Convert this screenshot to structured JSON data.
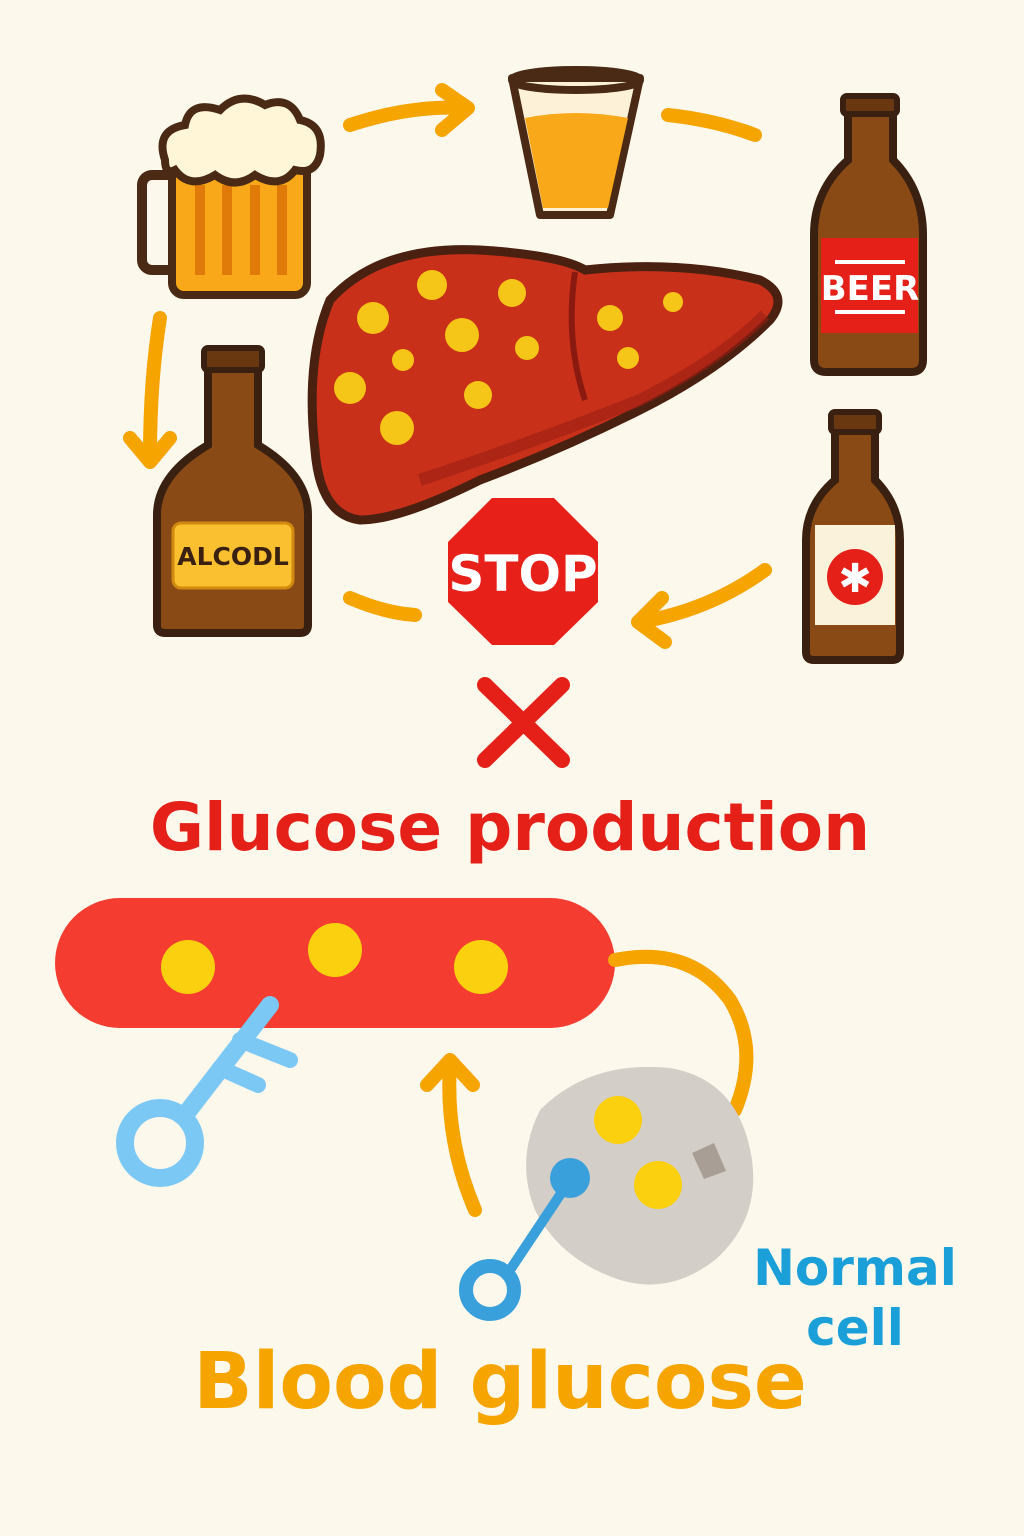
{
  "illustration": {
    "beer_bottle_label": "BEER",
    "liquor_bottle_label": "ALCODL",
    "stop_sign": "STOP",
    "blocked_process": "Glucose production",
    "blood_label": "Blood glucose",
    "cell_label_line1": "Normal",
    "cell_label_line2": "cell"
  },
  "colors": {
    "background": "#fdf8ec",
    "arrow": "#f5a400",
    "stop_red": "#e8201a",
    "liver": "#c8301a",
    "glucose_dot": "#f5c518",
    "vessel": "#f43c30",
    "key_light": "#7cc8f5",
    "key_blue": "#3aa0dc",
    "cell": "#d3cec8",
    "normal_cell_text": "#1a9fd8",
    "blood_glucose_text": "#f5a400"
  },
  "icons": [
    "beer-mug-icon",
    "glass-icon",
    "beer-bottle-icon",
    "liver-icon",
    "liquor-bottle-icon",
    "small-bottle-icon",
    "stop-sign-icon",
    "cross-icon",
    "blood-vessel-icon",
    "key-icon",
    "cell-icon"
  ]
}
